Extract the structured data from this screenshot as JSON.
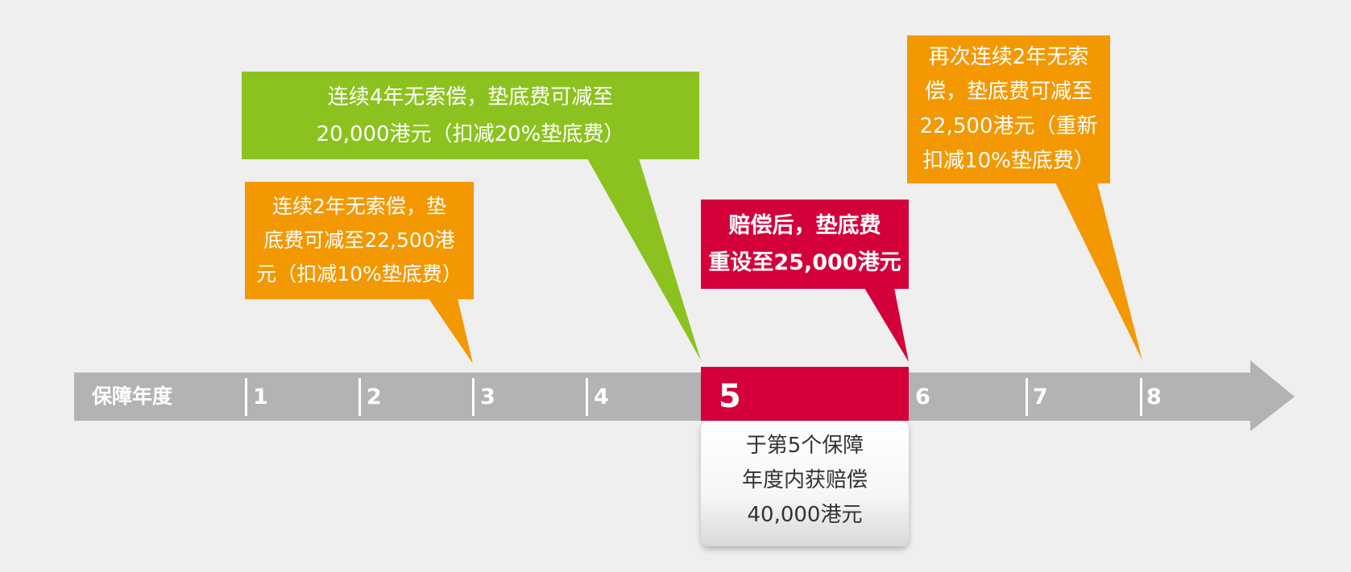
{
  "colors": {
    "background": "#efefef",
    "axis": "#b3b3b3",
    "orange": "#f39800",
    "green": "#8cc21f",
    "red": "#d4003a",
    "text_light": "#ffffff",
    "text_dark": "#333333"
  },
  "timeline": {
    "axis_label": "保障年度",
    "highlight_year": "5",
    "years": [
      "1",
      "2",
      "3",
      "4",
      "5",
      "6",
      "7",
      "8"
    ]
  },
  "callouts": {
    "orange_first": {
      "lines": [
        "连续2年无索偿，垫",
        "底费可减至22,500港",
        "元（扣减10%垫底费）"
      ]
    },
    "green": {
      "lines": [
        "连续4年无索偿，垫底费可减至",
        "20,000港元（扣减20%垫底费）"
      ]
    },
    "red": {
      "lines": [
        "赔偿后，垫底费",
        "重设至25,000港元"
      ]
    },
    "orange_second": {
      "lines": [
        "再次连续2年无索",
        "偿，垫底费可减至",
        "22,500港元（重新",
        "扣减10%垫底费）"
      ]
    }
  },
  "claim_note": {
    "lines": [
      "于第5个保障",
      "年度内获赔偿",
      "40,000港元"
    ]
  }
}
